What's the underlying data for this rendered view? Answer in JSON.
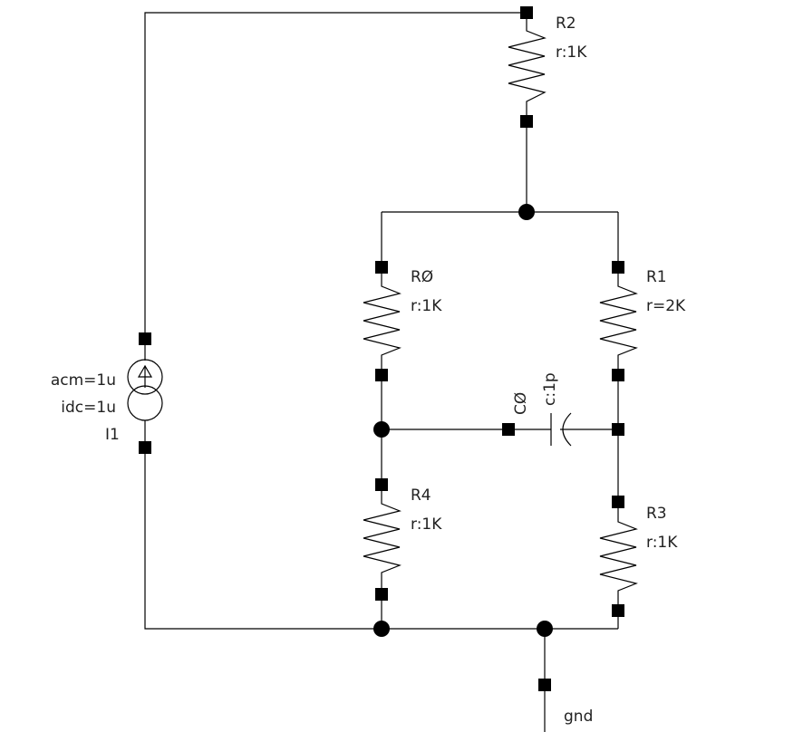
{
  "components": {
    "r2": {
      "name": "R2",
      "value": "r:1K"
    },
    "r0": {
      "name": "RØ",
      "value": "r:1K"
    },
    "r1": {
      "name": "R1",
      "value": "r=2K"
    },
    "r4": {
      "name": "R4",
      "value": "r:1K"
    },
    "r3": {
      "name": "R3",
      "value": "r:1K"
    },
    "c0": {
      "name": "CØ",
      "value": "c:1p"
    },
    "i1": {
      "name": "I1",
      "acm": "acm=1u",
      "idc": "idc=1u"
    }
  },
  "nets": {
    "ground": "gnd"
  },
  "colors": {
    "ink": "#000000",
    "label": "#222222",
    "background": "#ffffff"
  }
}
